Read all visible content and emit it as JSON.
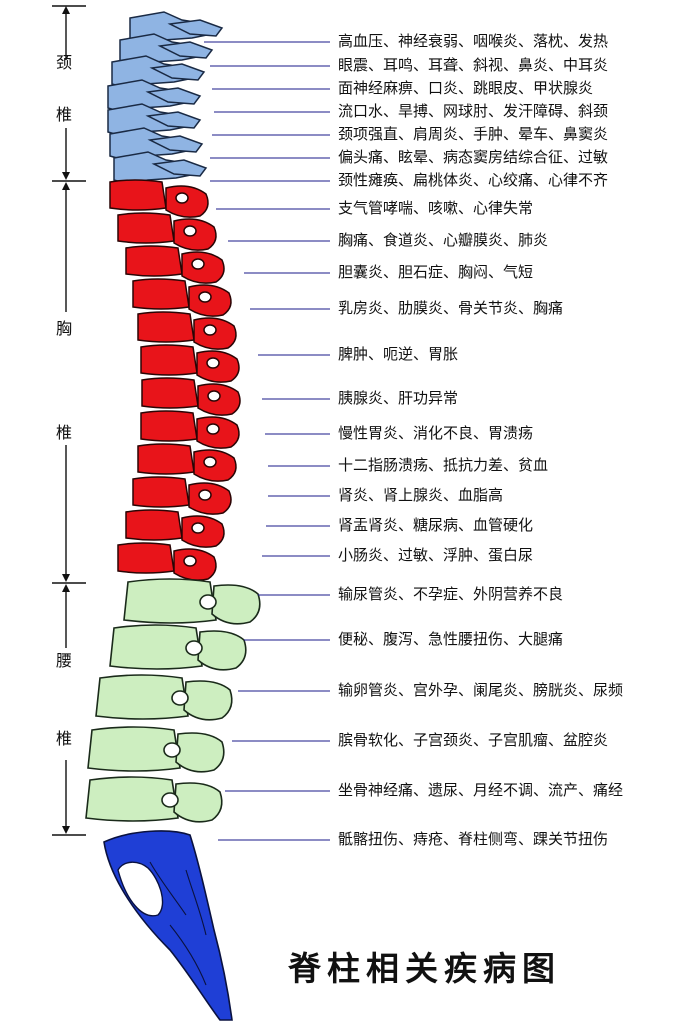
{
  "title": "脊柱相关疾病图",
  "regions": [
    {
      "id": "cervical",
      "chars": [
        "颈",
        "椎"
      ],
      "color": "#8fb4e3"
    },
    {
      "id": "thoracic",
      "chars": [
        "胸",
        "椎"
      ],
      "color": "#e8141a"
    },
    {
      "id": "lumbar",
      "chars": [
        "腰",
        "椎"
      ],
      "color": "#cdeec0"
    },
    {
      "id": "sacral",
      "chars": [],
      "color": "#1f3fd6"
    }
  ],
  "diseases": [
    "高血压、神经衰弱、咽喉炎、落枕、发热",
    "眼震、耳鸣、耳聋、斜视、鼻炎、中耳炎",
    "面神经麻痹、口炎、跳眼皮、甲状腺炎",
    "流口水、旱搏、网球肘、发汗障碍、斜颈",
    "颈项强直、肩周炎、手肿、晕车、鼻窦炎",
    "偏头痛、眩晕、病态窦房结综合征、过敏",
    "颈性瘫痪、扁桃体炎、心绞痛、心律不齐",
    "支气管哮喘、咳嗽、心律失常",
    "胸痛、食道炎、心瓣膜炎、肺炎",
    "胆囊炎、胆石症、胸闷、气短",
    "乳房炎、肋膜炎、骨关节炎、胸痛",
    "脾肿、呃逆、胃胀",
    "胰腺炎、肝功异常",
    "慢性胃炎、消化不良、胃溃疡",
    "十二指肠溃疡、抵抗力差、贫血",
    "肾炎、肾上腺炎、血脂高",
    "肾盂肾炎、糖尿病、血管硬化",
    "小肠炎、过敏、浮肿、蛋白尿",
    "输尿管炎、不孕症、外阴营养不良",
    "便秘、腹泻、急性腰扭伤、大腿痛",
    "输卵管炎、宫外孕、阑尾炎、膀胱炎、尿频",
    "膑骨软化、子宫颈炎、子宫肌瘤、盆腔炎",
    "坐骨神经痛、遗尿、月经不调、流产、痛经",
    "骶髂扭伤、痔疮、脊柱侧弯、踝关节扭伤"
  ]
}
